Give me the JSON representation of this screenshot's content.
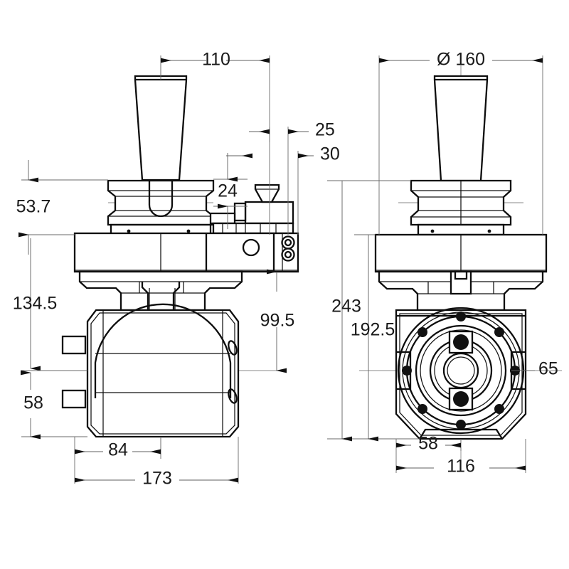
{
  "drawing": {
    "title": "Angle Head / Right-Angle Milling Head - Dimensioned Technical Drawing",
    "units": "mm",
    "line_color": "#0d0d0d",
    "dim_color": "#5f5f5f",
    "background": "#ffffff",
    "projection": "two-view orthographic (side view left, front view right)"
  },
  "views": {
    "left": {
      "name": "side-view",
      "label": ""
    },
    "right": {
      "name": "front-view",
      "label": ""
    }
  },
  "dimensions": {
    "side_view": [
      {
        "id": "d110",
        "value": "110",
        "orientation": "horizontal",
        "position": "top",
        "note": "taper centerline to right flange face"
      },
      {
        "id": "d25",
        "value": "25",
        "orientation": "horizontal",
        "position": "top-right",
        "note": "nozzle offset"
      },
      {
        "id": "d30",
        "value": "30",
        "orientation": "horizontal",
        "position": "top-right",
        "note": "overall right offset"
      },
      {
        "id": "d24",
        "value": "24",
        "orientation": "vertical",
        "position": "upper-middle",
        "note": "step height below taper"
      },
      {
        "id": "d53_7",
        "value": "53.7",
        "orientation": "vertical",
        "position": "left",
        "note": "pull-stud flange band height"
      },
      {
        "id": "d134_5",
        "value": "134.5",
        "orientation": "vertical",
        "position": "left",
        "note": "flange face to mid spindle"
      },
      {
        "id": "d58",
        "value": "58",
        "orientation": "vertical",
        "position": "left-lower",
        "note": "mid spindle to bottom"
      },
      {
        "id": "d99_5",
        "value": "99.5",
        "orientation": "vertical",
        "position": "right",
        "note": "body underside to spindle axis"
      },
      {
        "id": "d84",
        "value": "84",
        "orientation": "horizontal",
        "position": "bottom",
        "note": "left face to centerline"
      },
      {
        "id": "d173",
        "value": "173",
        "orientation": "horizontal",
        "position": "bottom",
        "note": "overall length"
      }
    ],
    "front_view": [
      {
        "id": "d160",
        "value": "Ø 160",
        "orientation": "horizontal",
        "position": "top",
        "note": "flange outer diameter"
      },
      {
        "id": "d243",
        "value": "243",
        "orientation": "vertical",
        "position": "left",
        "note": "overall height"
      },
      {
        "id": "d192_5",
        "value": "192.5",
        "orientation": "vertical",
        "position": "left",
        "note": "flange face to bottom"
      },
      {
        "id": "d65",
        "value": "65",
        "orientation": "leader",
        "position": "right",
        "note": "output spindle bore"
      },
      {
        "id": "d58b",
        "value": "58",
        "orientation": "horizontal",
        "position": "bottom",
        "note": "left face to centerline"
      },
      {
        "id": "d116",
        "value": "116",
        "orientation": "horizontal",
        "position": "bottom",
        "note": "overall width"
      }
    ]
  },
  "features": {
    "taper_shank": "iso-taper-cone",
    "retention_flange": "v-flange-grooved-collar",
    "mounting_plate": "rectangular-body-plate",
    "coolant_nozzle": "small-tapered-nozzle",
    "port_ring": "double-concentric-port",
    "spindle_housing": "domed-gear-housing",
    "output_flange": "octagonal-circular-output-flange",
    "bolt_circle_count": 8
  }
}
